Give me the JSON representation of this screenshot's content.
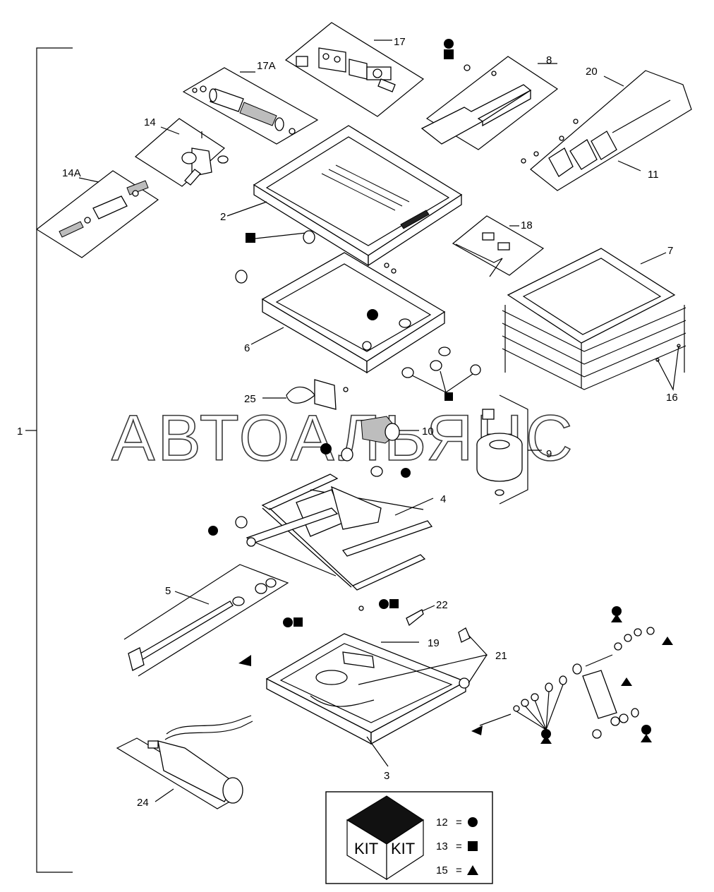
{
  "callouts": [
    {
      "id": "c1",
      "text": "1"
    },
    {
      "id": "c2",
      "text": "2"
    },
    {
      "id": "c3",
      "text": "3"
    },
    {
      "id": "c4",
      "text": "4"
    },
    {
      "id": "c5",
      "text": "5"
    },
    {
      "id": "c6",
      "text": "6"
    },
    {
      "id": "c7",
      "text": "7"
    },
    {
      "id": "c8",
      "text": "8"
    },
    {
      "id": "c9",
      "text": "9"
    },
    {
      "id": "c10",
      "text": "10"
    },
    {
      "id": "c11",
      "text": "11"
    },
    {
      "id": "c14",
      "text": "14"
    },
    {
      "id": "c14a",
      "text": "14A"
    },
    {
      "id": "c16",
      "text": "16"
    },
    {
      "id": "c17",
      "text": "17"
    },
    {
      "id": "c17a",
      "text": "17A"
    },
    {
      "id": "c18",
      "text": "18"
    },
    {
      "id": "c19",
      "text": "19"
    },
    {
      "id": "c20",
      "text": "20"
    },
    {
      "id": "c21",
      "text": "21"
    },
    {
      "id": "c22",
      "text": "22"
    },
    {
      "id": "c24",
      "text": "24"
    },
    {
      "id": "c25",
      "text": "25"
    }
  ],
  "watermark": "АВТОАЛЬЯНС",
  "kit_legend": {
    "box_text_left": "KIT",
    "box_text_right": "KIT",
    "entries": [
      {
        "number": "12",
        "equals": "=",
        "symbol": "circle"
      },
      {
        "number": "13",
        "equals": "=",
        "symbol": "square"
      },
      {
        "number": "15",
        "equals": "=",
        "symbol": "triangle"
      }
    ]
  }
}
